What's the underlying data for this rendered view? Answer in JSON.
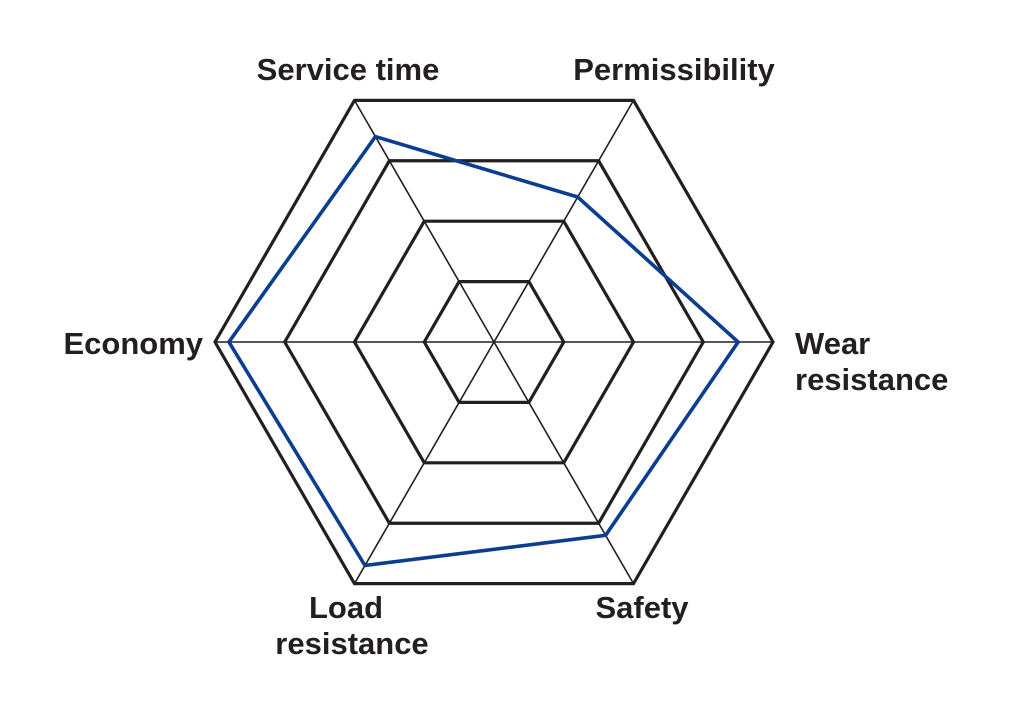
{
  "chart_data": {
    "type": "radar",
    "title": "",
    "axes": [
      "Service time",
      "Permissibility",
      "Wear resistance",
      "Safety",
      "Load resistance",
      "Economy"
    ],
    "axis_label_lines": [
      [
        "Service time"
      ],
      [
        "Permissibility"
      ],
      [
        "Wear",
        "resistance"
      ],
      [
        "Safety"
      ],
      [
        "Load",
        "resistance"
      ],
      [
        "Economy"
      ]
    ],
    "rings": 4,
    "range": [
      0,
      4
    ],
    "grid": true,
    "legend": "none",
    "series": [
      {
        "values": [
          3.4,
          2.4,
          3.5,
          3.2,
          3.7,
          3.8
        ],
        "color": "#0b3d91"
      }
    ]
  }
}
